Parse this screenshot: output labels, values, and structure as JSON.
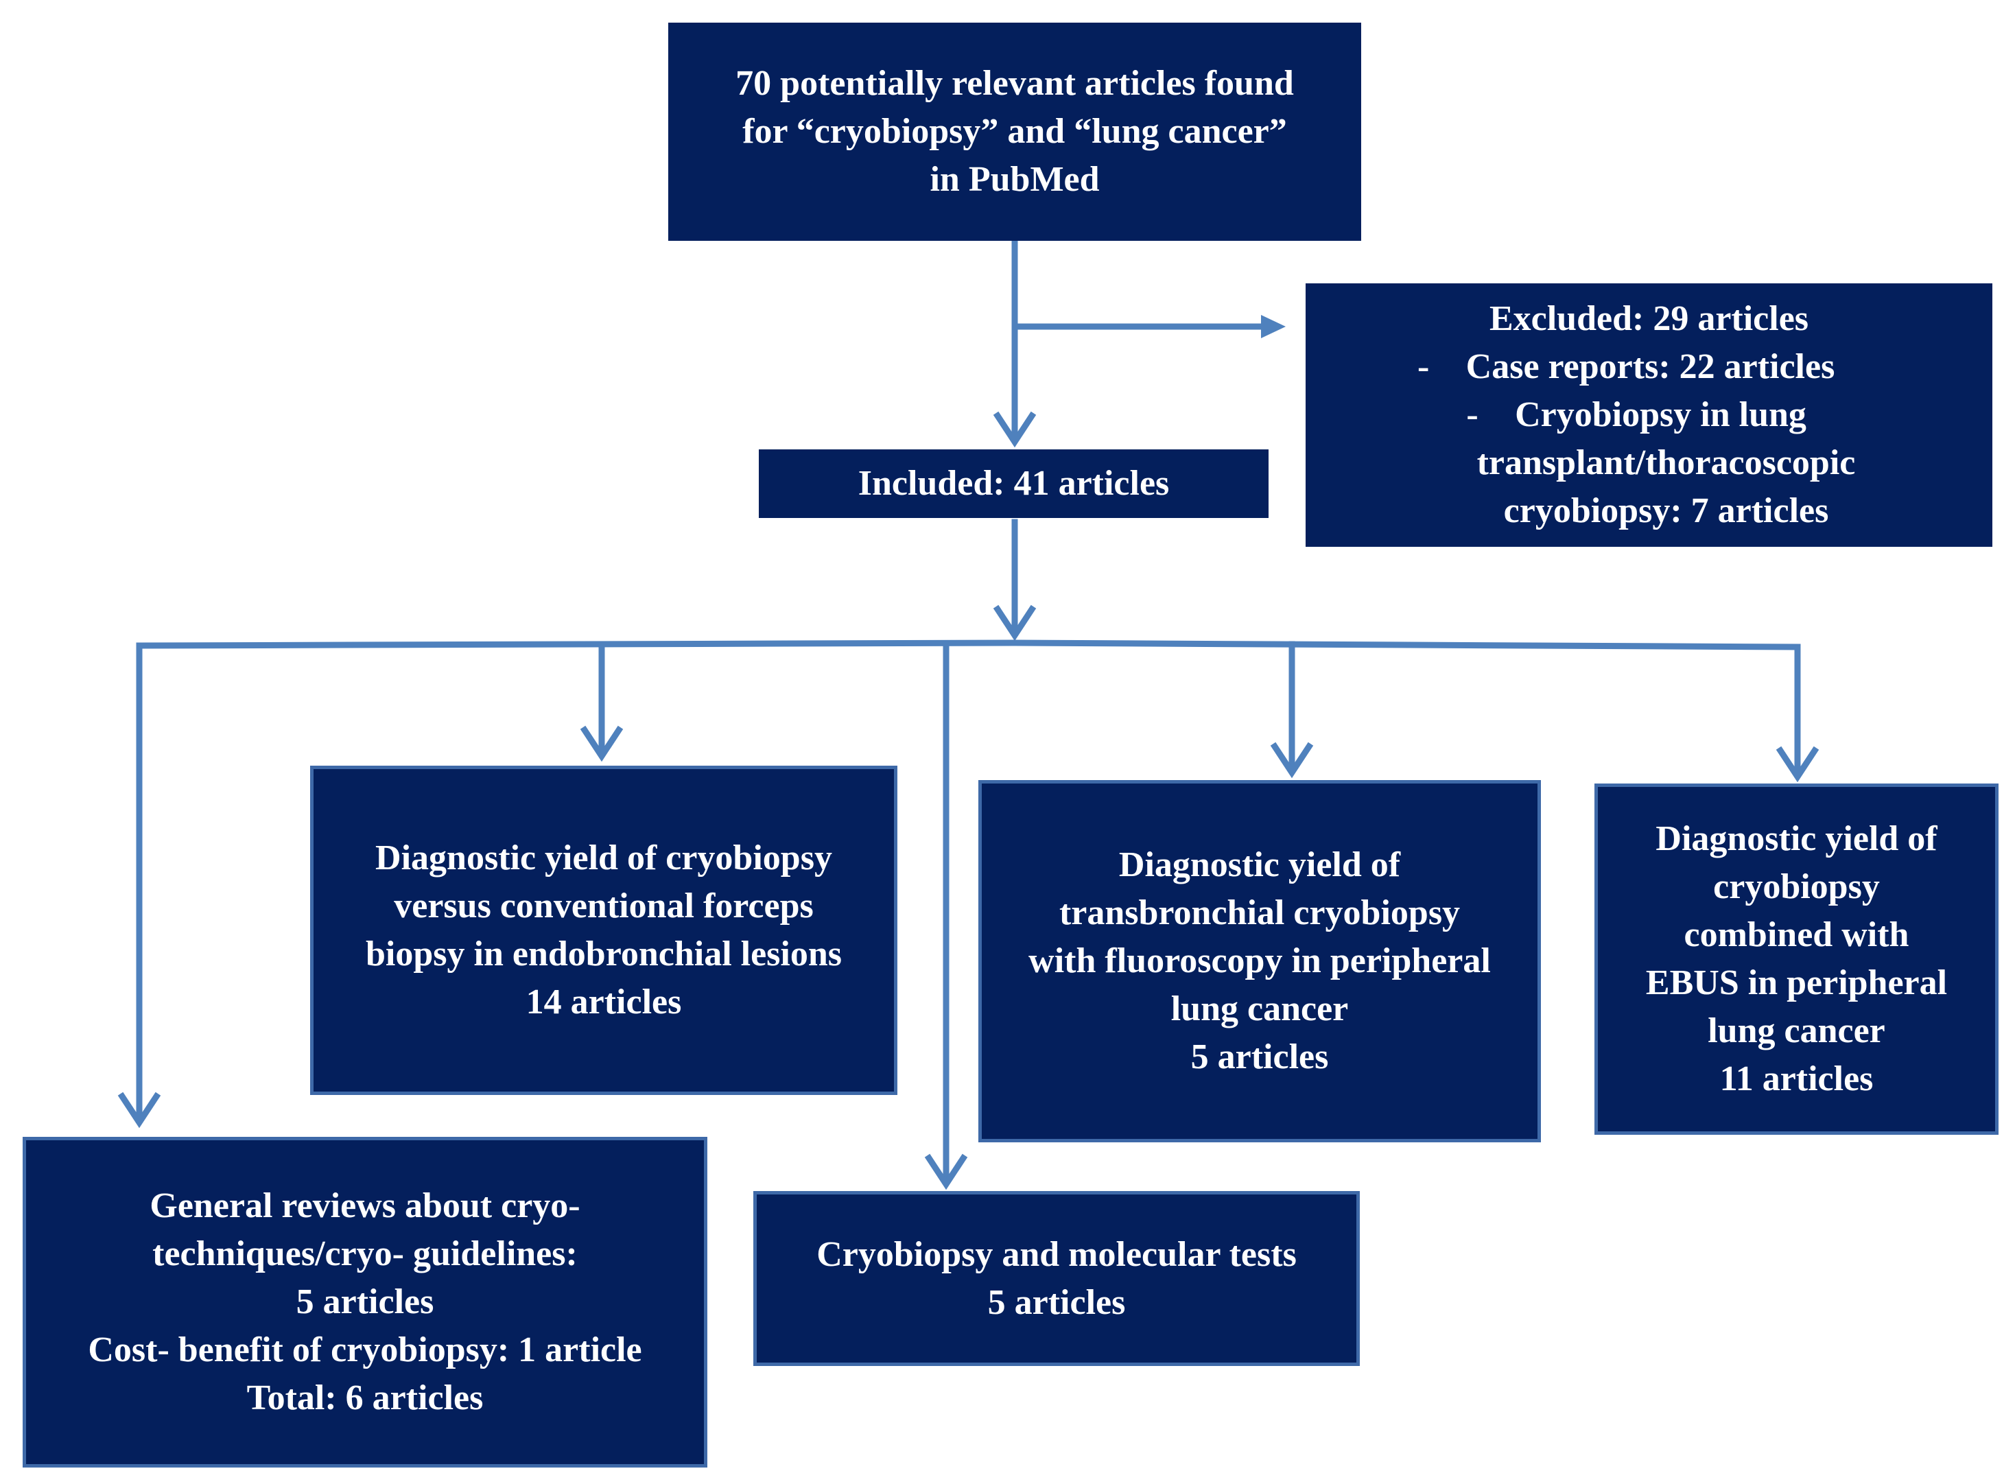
{
  "colors": {
    "box_fill": "#041f5c",
    "box_border": "#3e69a8",
    "connector": "#4f81bd",
    "text": "#ffffff"
  },
  "search": {
    "lines": [
      "70 potentially relevant articles found",
      "for “cryobiopsy” and “lung cancer”",
      "in PubMed"
    ]
  },
  "excluded": {
    "title": "Excluded: 29 articles",
    "items": [
      {
        "bullet": "-",
        "text": "Case reports: 22 articles"
      },
      {
        "bullet": "-",
        "text": "Cryobiopsy in lung"
      }
    ],
    "continuation": [
      "transplant/thoracoscopic",
      "cryobiopsy: 7 articles"
    ]
  },
  "included": {
    "label": "Included: 41 articles"
  },
  "categories": {
    "forceps": {
      "lines": [
        "Diagnostic yield of cryobiopsy",
        "versus conventional forceps",
        "biopsy in endobronchial lesions",
        "14 articles"
      ]
    },
    "fluoroscopy": {
      "lines": [
        "Diagnostic yield of",
        "transbronchial cryobiopsy",
        "with fluoroscopy in peripheral",
        "lung cancer",
        "5 articles"
      ]
    },
    "ebus": {
      "lines": [
        "Diagnostic yield of",
        "cryobiopsy",
        "combined with",
        "EBUS in peripheral",
        "lung cancer",
        "11 articles"
      ]
    },
    "reviews": {
      "lines": [
        "General reviews about cryo-",
        "techniques/cryo- guidelines:",
        "5 articles",
        "Cost- benefit of cryobiopsy: 1 article",
        "Total: 6 articles"
      ]
    },
    "molecular": {
      "lines": [
        "Cryobiopsy and molecular tests",
        "5 articles"
      ]
    }
  }
}
